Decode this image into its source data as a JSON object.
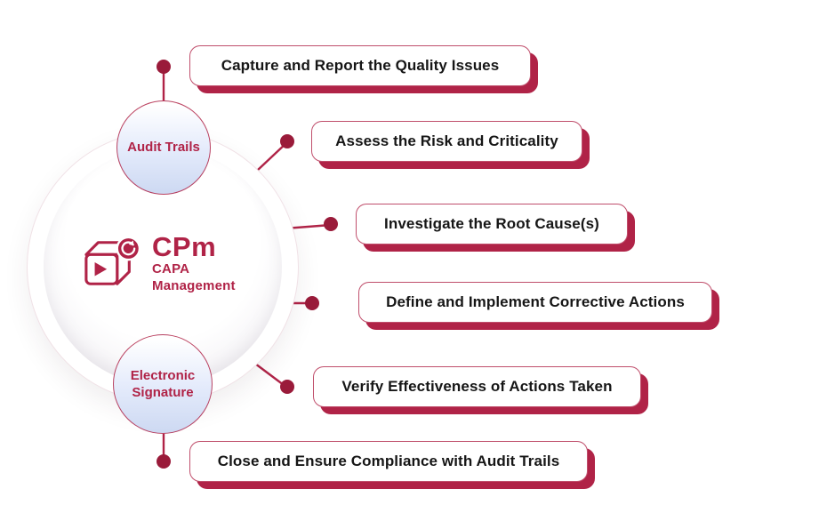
{
  "colors": {
    "crimson": "#b02347",
    "dot": "#9a1b3a",
    "text_dark": "#161616",
    "satellite_fill": "#cdd9f2"
  },
  "hub": {
    "logo": "CPm",
    "label_line1": "CAPA",
    "label_line2": "Management"
  },
  "badges": [
    {
      "label": "Audit Trails"
    },
    {
      "label": "Electronic Signature"
    }
  ],
  "steps": [
    {
      "label": "Capture and Report the Quality Issues"
    },
    {
      "label": "Assess the Risk and Criticality"
    },
    {
      "label": "Investigate the Root Cause(s)"
    },
    {
      "label": "Define and Implement Corrective Actions"
    },
    {
      "label": "Verify Effectiveness of Actions Taken"
    },
    {
      "label": "Close and Ensure Compliance with Audit Trails"
    }
  ],
  "icons": [
    {
      "name": "capa-cube-icon"
    },
    {
      "name": "sync-arrow-icon"
    }
  ]
}
